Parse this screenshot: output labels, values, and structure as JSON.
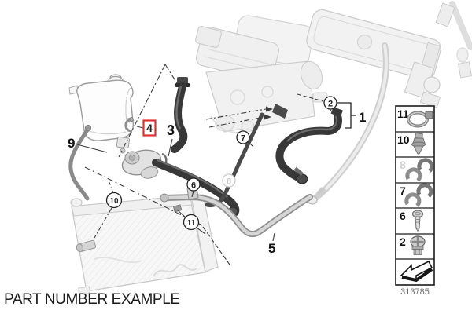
{
  "caption": "PART NUMBER EXAMPLE",
  "diagram_code": "313785",
  "highlight": {
    "part": "4",
    "color": "#e03131"
  },
  "callouts": [
    {
      "label": "1",
      "style": "plain"
    },
    {
      "label": "2",
      "style": "circled"
    },
    {
      "label": "3",
      "style": "plain"
    },
    {
      "label": "4",
      "style": "boxed-red-highlight"
    },
    {
      "label": "5",
      "style": "plain"
    },
    {
      "label": "6",
      "style": "circled"
    },
    {
      "label": "7",
      "style": "circled"
    },
    {
      "label": "8",
      "style": "circled-faded"
    },
    {
      "label": "9",
      "style": "plain"
    },
    {
      "label": "10",
      "style": "circled"
    },
    {
      "label": "11",
      "style": "circled"
    }
  ],
  "legend": {
    "rows": [
      {
        "label": "11",
        "icon": "hose-clamp-icon"
      },
      {
        "label": "10",
        "icon": "expanding-rivet-icon"
      },
      {
        "label": "8",
        "icon": "retaining-clip-icon",
        "faded_label": true
      },
      {
        "label": "7",
        "icon": "retaining-clip-pair-icon"
      },
      {
        "label": "6",
        "icon": "screw-icon"
      },
      {
        "label": "2",
        "icon": "screw-plug-icon"
      },
      {
        "label": "",
        "icon": "direction-arrow-icon"
      }
    ]
  }
}
